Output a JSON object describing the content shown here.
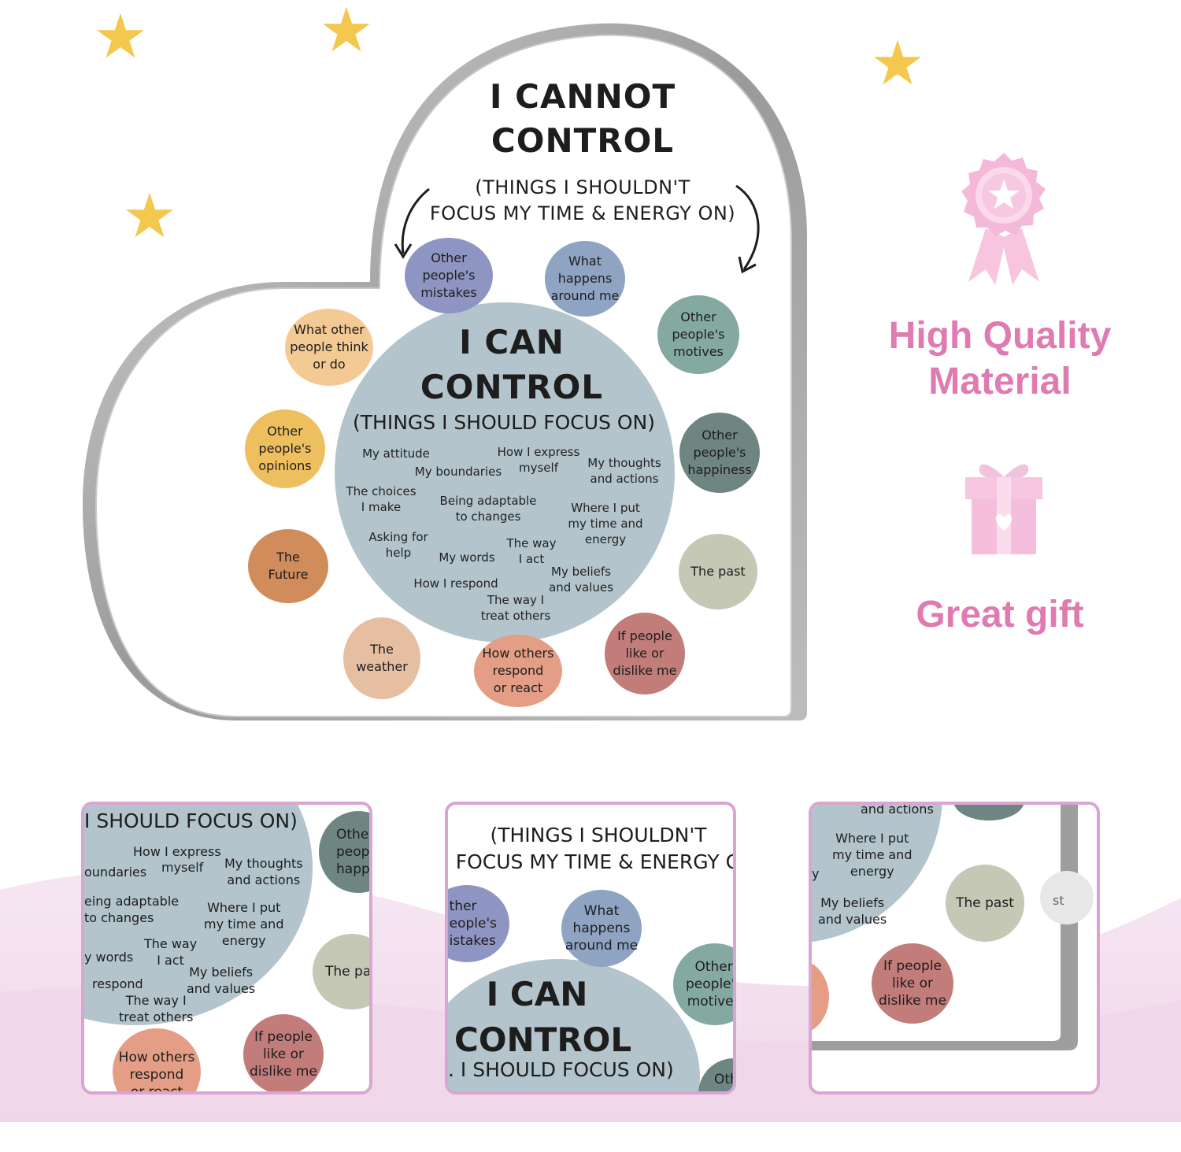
{
  "heart": {
    "top_title": "I CANNOT\nCONTROL",
    "top_sub": "(THINGS I SHOULDN'T\nFOCUS MY TIME & ENERGY ON)",
    "center_title": "I CAN\nCONTROL",
    "center_sub": "(THINGS I SHOULD FOCUS ON)",
    "bubbles": [
      {
        "label": "Other\npeople's\nmistakes",
        "color": "#8e95c2"
      },
      {
        "label": "What\nhappens\naround me",
        "color": "#8fa4c3"
      },
      {
        "label": "Other\npeople's\nmotives",
        "color": "#84a9a0"
      },
      {
        "label": "What other\npeople think\nor do",
        "color": "#f3c994"
      },
      {
        "label": "Other\npeople's\nopinions",
        "color": "#eebf5f"
      },
      {
        "label": "Other\npeople's\nhappiness",
        "color": "#6e8582"
      },
      {
        "label": "The\nFuture",
        "color": "#d08c5b"
      },
      {
        "label": "The past",
        "color": "#c4c8b5"
      },
      {
        "label": "The\nweather",
        "color": "#e6bfa3"
      },
      {
        "label": "How others\nrespond\nor react",
        "color": "#e49e86"
      },
      {
        "label": "If people\nlike or\ndislike me",
        "color": "#c27c79"
      }
    ],
    "inner_items": [
      "My attitude",
      "How I express\nmyself",
      "My boundaries",
      "My thoughts\nand actions",
      "The choices\nI make",
      "Being adaptable\nto changes",
      "Where I put\nmy time and\nenergy",
      "Asking for\nhelp",
      "The way\nI act",
      "My words",
      "My beliefs\nand values",
      "How I respond",
      "The way I\ntreat others"
    ],
    "circle_color": "#b3c4cc"
  },
  "features": {
    "quality_label": "High Quality\nMaterial",
    "gift_label": "Great gift",
    "badge_icon": "award-ribbon-icon",
    "gift_icon": "gift-box-icon",
    "accent": "#e07bb2"
  },
  "thumbs": {
    "t1": {
      "heading": "I SHOULD FOCUS ON)",
      "items": [
        "How I express",
        "myself",
        "oundaries",
        "My thoughts\nand actions",
        "eing adaptable\nto changes",
        "Where I put\nmy time and\nenergy",
        "The way\nI act",
        "y words",
        "My beliefs\nand values",
        "respond",
        "The way I\ntreat others"
      ],
      "b_other": "Other\npeople'\nhappine",
      "b_past": "The pa",
      "b_if": "If people\nlike or\ndislike me",
      "b_how": "How others\nrespond\nor react"
    },
    "t2": {
      "sub": "(THINGS I SHOULDN'T\nFOCUS MY TIME & ENERGY O",
      "b_mistakes": "ther\neople's\nistakes",
      "b_happens": "What\nhappens\naround me",
      "title": "I CAN\nCONTROL",
      "heading": ". I SHOULD FOCUS ON)",
      "b_motives": "Other\npeople's\nmotives",
      "b_oth": "Oth"
    },
    "t3": {
      "top": "and actions",
      "where": "Where I put\nmy time and\nenergy",
      "beliefs": "My beliefs\nand values",
      "b_past": "The past",
      "b_if": "If people\nlike or\ndislike me",
      "y": "y",
      "st": "st"
    }
  }
}
